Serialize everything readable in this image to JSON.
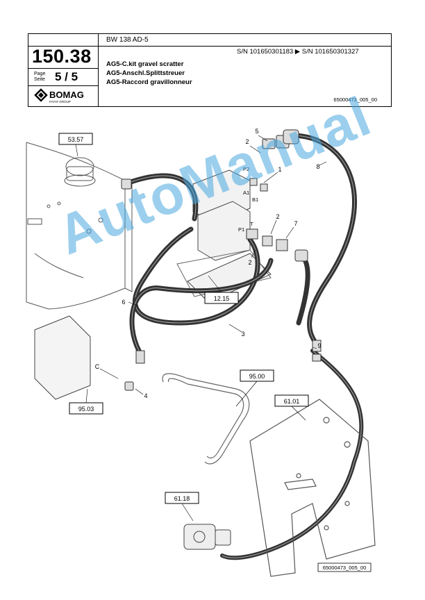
{
  "header": {
    "model": "BW 138 AD-5",
    "page_number": "150.38",
    "page_label_en": "Page",
    "page_label_de": "Seite",
    "page_value": "5 / 5",
    "brand": "BOMAG",
    "brand_sub": "FAYAT GROUP",
    "serial_range": "S/N 101650301183  ▶  S/N 101650301327",
    "title_en": "AG5-C.kit gravel scratter",
    "title_de": "AG5-Anschl.Splittstreuer",
    "title_fr": "AG5-Raccord gravillonneur",
    "doc_number": "65000473_005_00"
  },
  "drawing": {
    "refs": [
      "53.57",
      "12.15",
      "95.03",
      "95.00",
      "61.01",
      "61.18"
    ],
    "callouts": [
      "5",
      "2",
      "1",
      "8",
      "7",
      "2",
      "2",
      "6",
      "3",
      "9",
      "4",
      "C"
    ],
    "ports": [
      "P2",
      "A1",
      "B1",
      "P1",
      "T"
    ],
    "drawing_number": "65000473_005_00"
  },
  "watermark": "AutoManual"
}
